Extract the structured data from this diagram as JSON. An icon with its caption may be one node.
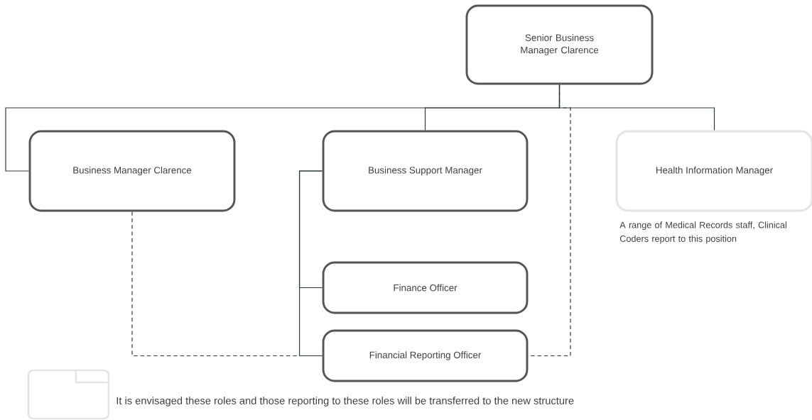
{
  "diagram": {
    "nodes": [
      {
        "text": [
          "Senior Business Manager Clarence"
        ]
      },
      {
        "text": [
          "Business Manager Clarence"
        ]
      },
      {
        "text": [
          "Business Support Manager"
        ]
      },
      {
        "text": [
          "Health Information Manager"
        ],
        "beside": [
          "A range of Medical Records staff, Clinical Coders report to this position"
        ]
      },
      {
        "text": [
          "Finance Officer"
        ]
      },
      {
        "text": [
          "Financial Reporting Officer"
        ]
      }
    ],
    "edges": [
      {
        "from": 0,
        "to": 1,
        "arrow": "none"
      },
      {
        "from": 0,
        "to": 2,
        "arrow": "none"
      },
      {
        "from": 0,
        "to": 3,
        "arrow": "none"
      },
      {
        "from": 0,
        "to": 5,
        "arrow": "none",
        "style": "dashed"
      },
      {
        "from": 1,
        "to": 5,
        "arrow": "none",
        "style": "dashed"
      },
      {
        "from": 2,
        "to": 4,
        "arrow": "none"
      },
      {
        "from": 2,
        "to": 5,
        "arrow": "none"
      }
    ],
    "legend": [
      {
        "text": "It is envisaged these roles and those reporting to these roles will be transferred to the new structure"
      }
    ]
  }
}
